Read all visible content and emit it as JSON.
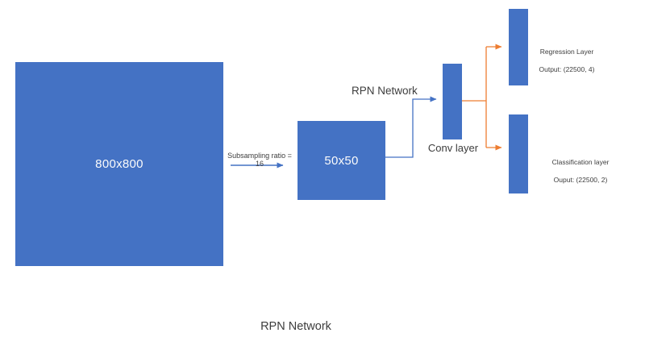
{
  "diagram": {
    "title_caption": "RPN Network",
    "colors": {
      "box_fill": "#4472c4",
      "box_text": "#fbfbfb",
      "connector_blue": "#4472c4",
      "connector_orange": "#ed7d31",
      "text_dark": "#3d3d3d",
      "background": "#ffffff"
    },
    "nodes": {
      "input_image": {
        "label": "800x800"
      },
      "feature_map": {
        "label": "50x50"
      },
      "conv_layer": {
        "label": "Conv layer"
      },
      "regression_output": {
        "line1": "Regression Layer",
        "line2": "Output: (22500, 4)"
      },
      "classification_output": {
        "line1": "Classification layer",
        "line2": "Ouput: (22500, 2)"
      }
    },
    "labels": {
      "subsampling": "Subsampling ratio = 16",
      "rpn_network_top": "RPN Network"
    }
  }
}
